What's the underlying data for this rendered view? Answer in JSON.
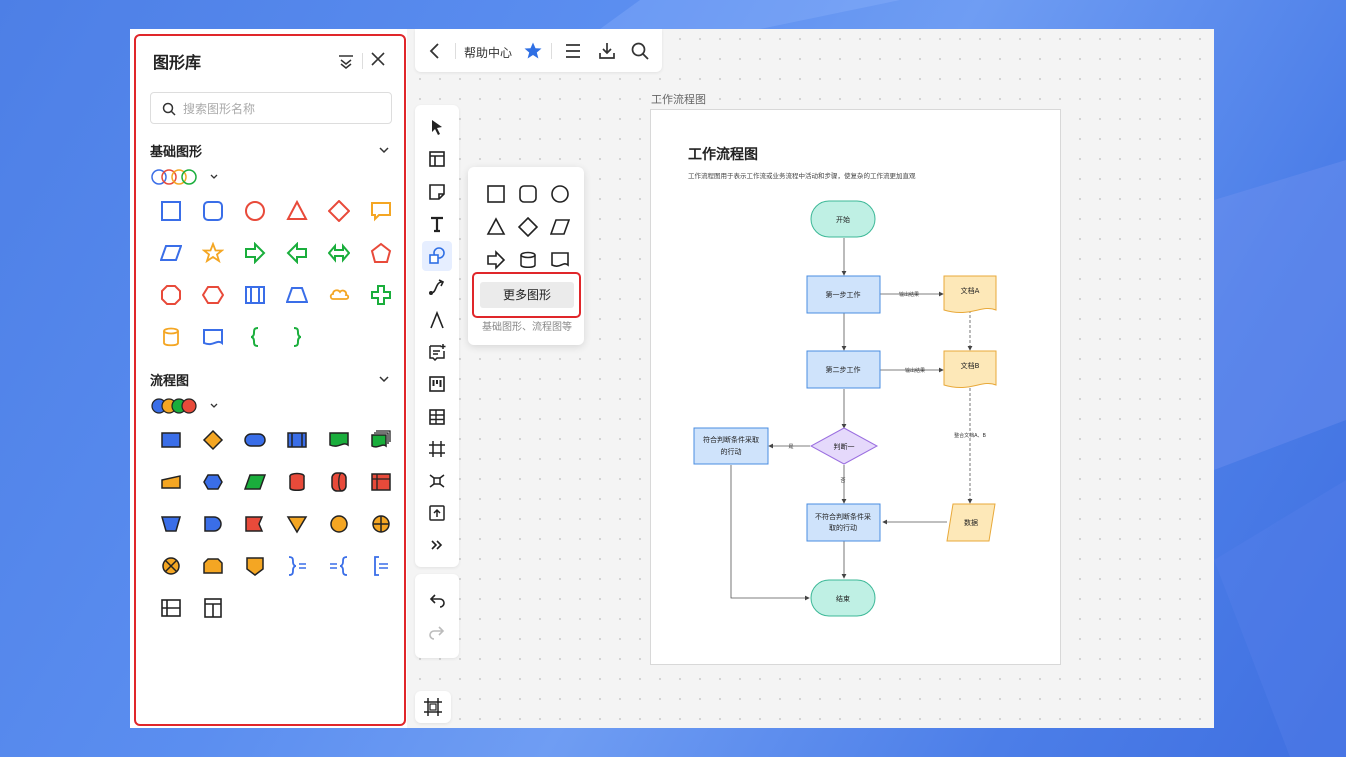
{
  "library": {
    "title": "图形库",
    "search_placeholder": "搜索图形名称",
    "section_basic": "基础图形",
    "section_flow": "流程图"
  },
  "topbar": {
    "help_label": "帮助中心"
  },
  "popup": {
    "more_label": "更多图形",
    "sub_label": "基础图形、流程图等"
  },
  "canvas": {
    "doc_label": "工作流程图",
    "page_title": "工作流程图",
    "page_desc": "工作流程图用于表示工作流或业务流程中活动和步骤，使复杂的工作流更加直观",
    "nodes": {
      "start": "开始",
      "step1": "第一步工作",
      "step2": "第二步工作",
      "docA": "文档A",
      "docB": "文档B",
      "decision": "判断一",
      "yes_action_1": "符合判断条件采取",
      "yes_action_2": "的行动",
      "no_action_1": "不符合判断条件采",
      "no_action_2": "取的行动",
      "data": "数据",
      "end": "结束"
    },
    "edges": {
      "out1": "输出结果",
      "out2": "输出结果",
      "yes": "是",
      "no": "否",
      "merge": "整合文档A、B"
    }
  },
  "colors": {
    "accent": "#2f6fe4",
    "highlight": "#e0262a"
  }
}
